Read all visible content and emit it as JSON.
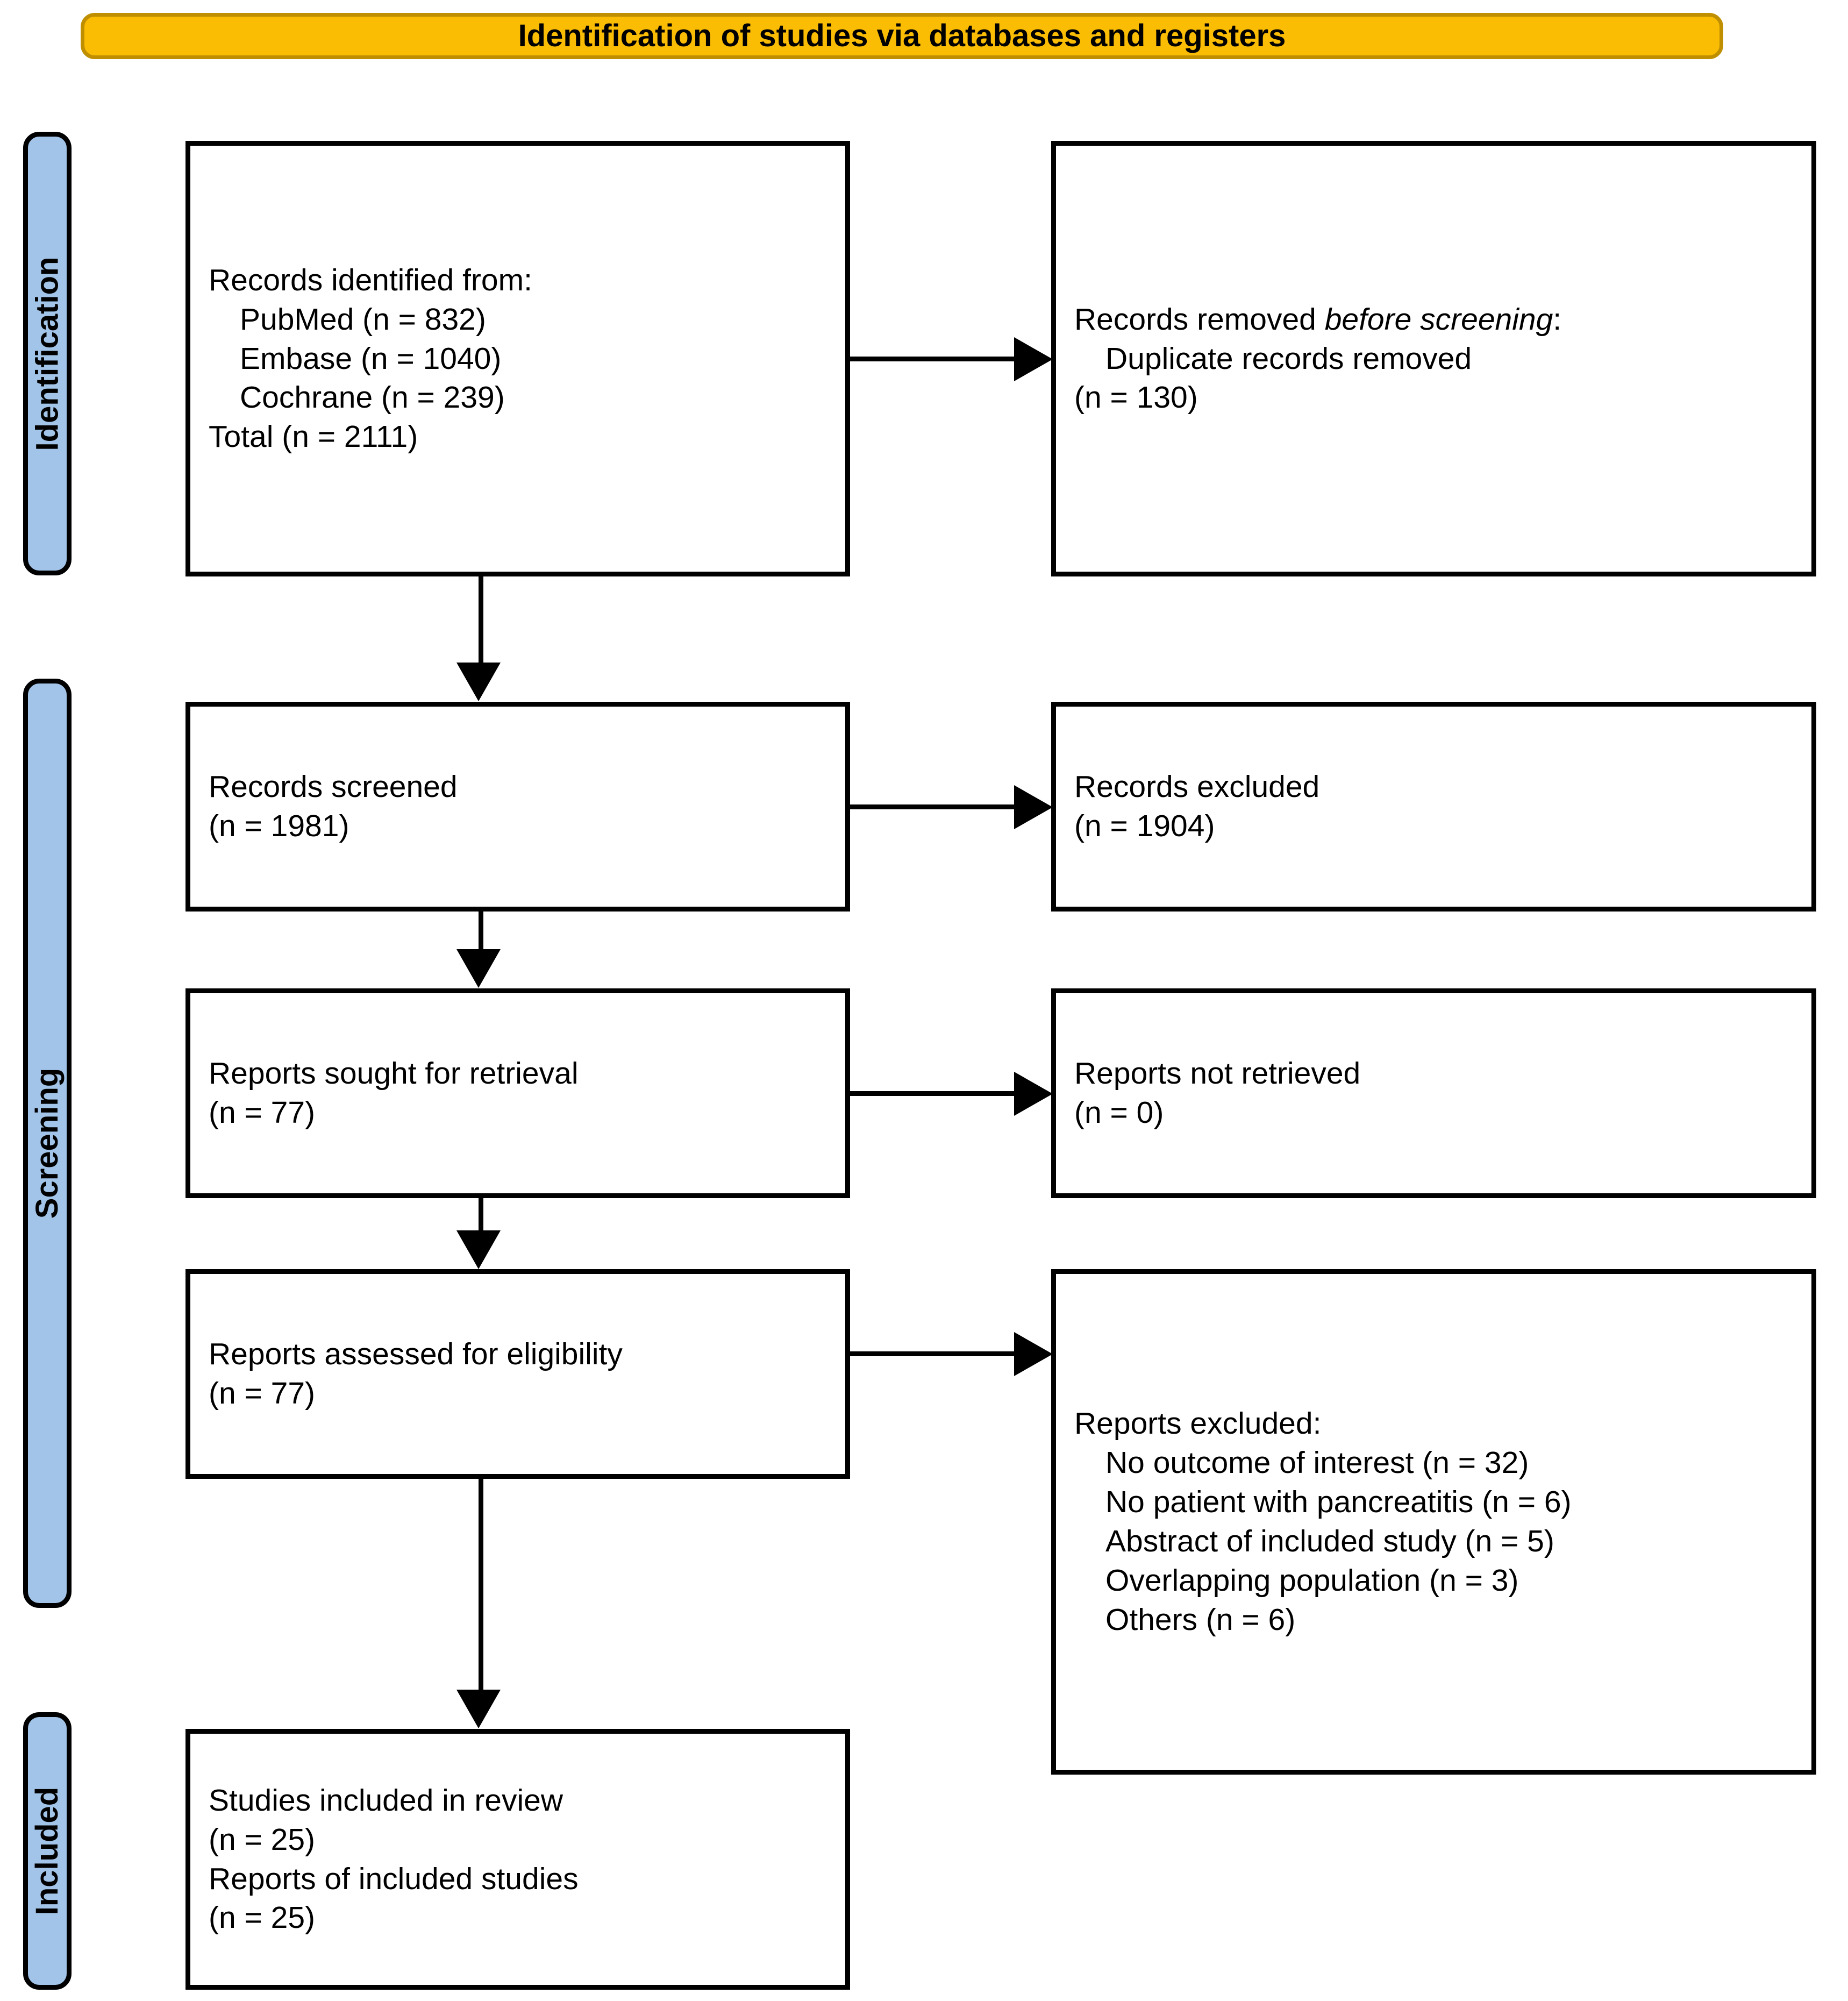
{
  "header": {
    "title": "Identification of studies via databases and registers",
    "fill_color": "#FBBC04",
    "border_color": "#BF8F00"
  },
  "stages": {
    "identification": "Identification",
    "screening": "Screening",
    "included": "Included",
    "fill_color": "#A2C4E8",
    "border_color": "#000000"
  },
  "boxes": {
    "identified": {
      "line1": "Records identified from:",
      "line2": "PubMed (n = 832)",
      "line3": "Embase (n = 1040)",
      "line4": "Cochrane (n = 239)",
      "line5": "Total (n = 2111)"
    },
    "removed_before_screening": {
      "line1_prefix": "Records removed ",
      "line1_italic": "before screening",
      "line1_suffix": ":",
      "line2": "Duplicate records removed",
      "line3": "(n = 130)"
    },
    "records_screened": {
      "line1": "Records screened",
      "line2": "(n = 1981)"
    },
    "records_excluded": {
      "line1": "Records excluded",
      "line2": "(n = 1904)"
    },
    "reports_sought": {
      "line1": "Reports sought for retrieval",
      "line2": "(n = 77)"
    },
    "reports_not_retrieved": {
      "line1": "Reports not retrieved",
      "line2": "(n = 0)"
    },
    "reports_assessed": {
      "line1": "Reports assessed for eligibility",
      "line2": "(n = 77)"
    },
    "reports_excluded": {
      "line1": "Reports excluded:",
      "line2": "No outcome of interest (n = 32)",
      "line3": "No patient with pancreatitis (n = 6)",
      "line4": "Abstract of included study (n = 5)",
      "line5": "Overlapping population (n = 3)",
      "line6": "Others (n = 6)"
    },
    "studies_included": {
      "line1": "Studies included in review",
      "line2": "(n = 25)",
      "line3": "Reports of included studies",
      "line4": "(n = 25)"
    }
  },
  "counts": {
    "pubmed": 832,
    "embase": 1040,
    "cochrane": 239,
    "total_identified": 2111,
    "duplicates_removed": 130,
    "records_screened": 1981,
    "records_excluded": 1904,
    "reports_sought": 77,
    "reports_not_retrieved": 0,
    "reports_assessed": 77,
    "excluded_no_outcome": 32,
    "excluded_no_pancreatitis": 6,
    "excluded_abstract": 5,
    "excluded_overlapping": 3,
    "excluded_others": 6,
    "studies_included": 25,
    "reports_included": 25
  }
}
